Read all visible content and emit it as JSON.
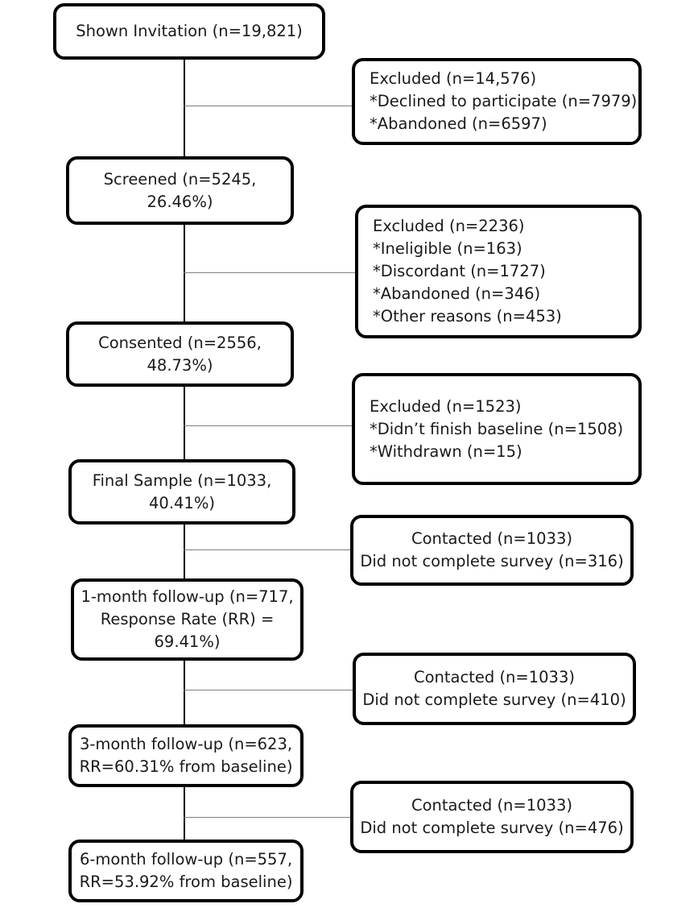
{
  "figure": {
    "type": "flowchart",
    "title": "Participant flow diagram",
    "orientation": "vertical"
  },
  "main_nodes": [
    {
      "id": "shown-invitation",
      "lines": [
        "Shown Invitation (n=19,821)"
      ]
    },
    {
      "id": "screened",
      "lines": [
        "Screened (n=5245,",
        "26.46%)"
      ]
    },
    {
      "id": "consented",
      "lines": [
        "Consented (n=2556,",
        "48.73%)"
      ]
    },
    {
      "id": "final-sample",
      "lines": [
        "Final Sample (n=1033,",
        "40.41%)"
      ]
    },
    {
      "id": "followup-1-month",
      "lines": [
        "1-month follow-up (n=717,",
        "Response Rate (RR) =",
        "69.41%)"
      ]
    },
    {
      "id": "followup-3-month",
      "lines": [
        "3-month follow-up (n=623,",
        "RR=60.31% from baseline)"
      ]
    },
    {
      "id": "followup-6-month",
      "lines": [
        "6-month follow-up (n=557,",
        "RR=53.92% from baseline)"
      ]
    }
  ],
  "side_nodes": [
    {
      "id": "excluded-1",
      "align": "left",
      "lines": [
        "Excluded (n=14,576)",
        "*Declined to participate (n=7979)",
        "*Abandoned (n=6597)"
      ]
    },
    {
      "id": "excluded-2",
      "align": "left",
      "lines": [
        "Excluded (n=2236)",
        "*Ineligible (n=163)",
        "*Discordant (n=1727)",
        "*Abandoned (n=346)",
        "*Other reasons (n=453)"
      ]
    },
    {
      "id": "excluded-3",
      "align": "left",
      "lines": [
        "Excluded (n=1523)",
        "*Didn’t finish baseline (n=1508)",
        "*Withdrawn (n=15)"
      ]
    },
    {
      "id": "contacted-1",
      "align": "center",
      "lines": [
        "Contacted (n=1033)",
        "Did not complete survey (n=316)"
      ]
    },
    {
      "id": "contacted-2",
      "align": "center",
      "lines": [
        "Contacted (n=1033)",
        "Did not complete survey (n=410)"
      ]
    },
    {
      "id": "contacted-3",
      "align": "center",
      "lines": [
        "Contacted (n=1033)",
        "Did not complete survey (n=476)"
      ]
    }
  ],
  "colors": {
    "node_border": "#000000",
    "node_fill": "#ffffff",
    "text": "#1a1a1a",
    "main_connector": "#000000",
    "branch_connector": "#7f7f7f"
  }
}
